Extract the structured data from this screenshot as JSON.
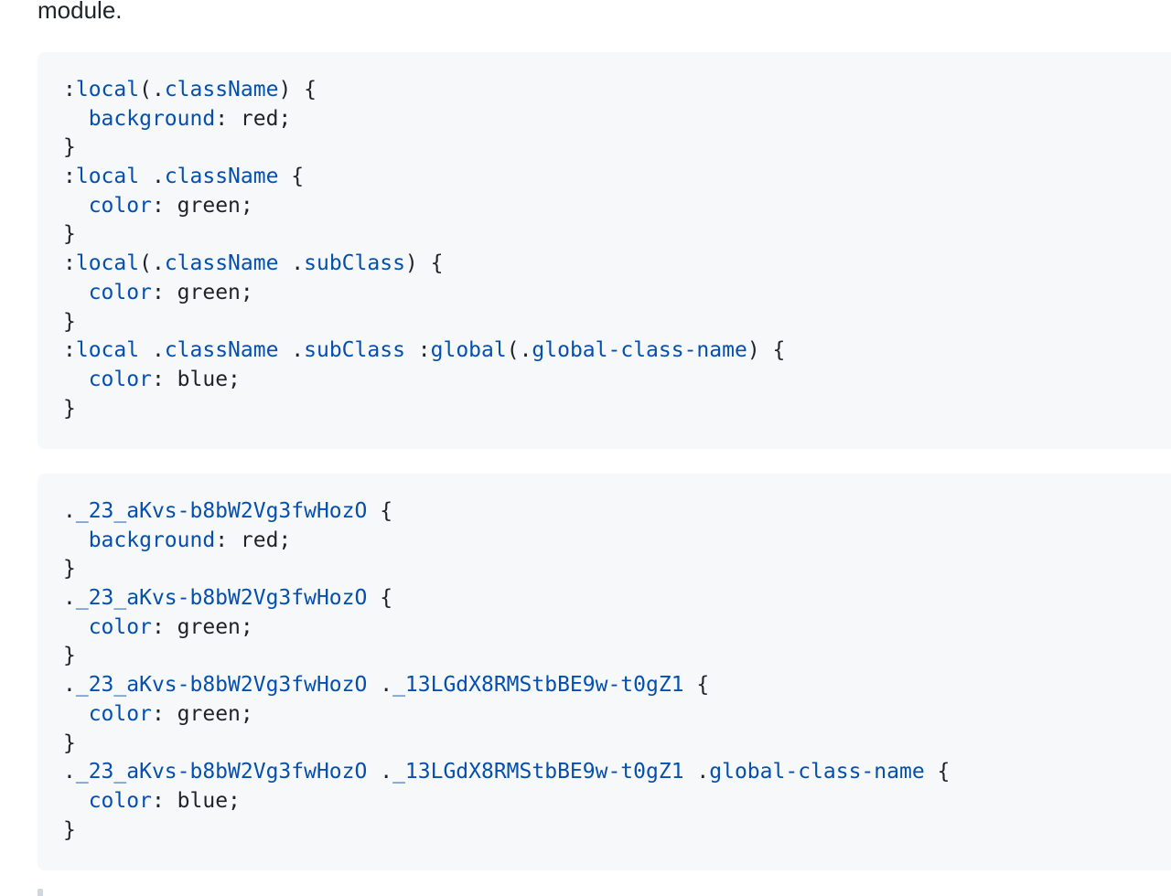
{
  "intro": {
    "text_tail": "module."
  },
  "blocks": [
    {
      "label": "source-css",
      "lines": [
        [
          {
            "t": ":",
            "k": "punct"
          },
          {
            "t": "local",
            "k": "sel"
          },
          {
            "t": "(.",
            "k": "punct"
          },
          {
            "t": "className",
            "k": "sel"
          },
          {
            "t": ") {",
            "k": "punct"
          }
        ],
        [
          {
            "t": "  ",
            "k": "punct"
          },
          {
            "t": "background",
            "k": "prop"
          },
          {
            "t": ": red;",
            "k": "val"
          }
        ],
        [
          {
            "t": "}",
            "k": "punct"
          }
        ],
        [
          {
            "t": ":",
            "k": "punct"
          },
          {
            "t": "local",
            "k": "sel"
          },
          {
            "t": " .",
            "k": "punct"
          },
          {
            "t": "className",
            "k": "sel"
          },
          {
            "t": " {",
            "k": "punct"
          }
        ],
        [
          {
            "t": "  ",
            "k": "punct"
          },
          {
            "t": "color",
            "k": "prop"
          },
          {
            "t": ": green;",
            "k": "val"
          }
        ],
        [
          {
            "t": "}",
            "k": "punct"
          }
        ],
        [
          {
            "t": ":",
            "k": "punct"
          },
          {
            "t": "local",
            "k": "sel"
          },
          {
            "t": "(.",
            "k": "punct"
          },
          {
            "t": "className",
            "k": "sel"
          },
          {
            "t": " .",
            "k": "punct"
          },
          {
            "t": "subClass",
            "k": "sel"
          },
          {
            "t": ") {",
            "k": "punct"
          }
        ],
        [
          {
            "t": "  ",
            "k": "punct"
          },
          {
            "t": "color",
            "k": "prop"
          },
          {
            "t": ": green;",
            "k": "val"
          }
        ],
        [
          {
            "t": "}",
            "k": "punct"
          }
        ],
        [
          {
            "t": ":",
            "k": "punct"
          },
          {
            "t": "local",
            "k": "sel"
          },
          {
            "t": " .",
            "k": "punct"
          },
          {
            "t": "className",
            "k": "sel"
          },
          {
            "t": " .",
            "k": "punct"
          },
          {
            "t": "subClass",
            "k": "sel"
          },
          {
            "t": " :",
            "k": "punct"
          },
          {
            "t": "global",
            "k": "sel"
          },
          {
            "t": "(.",
            "k": "punct"
          },
          {
            "t": "global-class-name",
            "k": "sel"
          },
          {
            "t": ") {",
            "k": "punct"
          }
        ],
        [
          {
            "t": "  ",
            "k": "punct"
          },
          {
            "t": "color",
            "k": "prop"
          },
          {
            "t": ": blue;",
            "k": "val"
          }
        ],
        [
          {
            "t": "}",
            "k": "punct"
          }
        ]
      ]
    },
    {
      "label": "compiled-css",
      "lines": [
        [
          {
            "t": ".",
            "k": "punct"
          },
          {
            "t": "_23_aKvs-b8bW2Vg3fwHozO",
            "k": "sel"
          },
          {
            "t": " {",
            "k": "punct"
          }
        ],
        [
          {
            "t": "  ",
            "k": "punct"
          },
          {
            "t": "background",
            "k": "prop"
          },
          {
            "t": ": red;",
            "k": "val"
          }
        ],
        [
          {
            "t": "}",
            "k": "punct"
          }
        ],
        [
          {
            "t": ".",
            "k": "punct"
          },
          {
            "t": "_23_aKvs-b8bW2Vg3fwHozO",
            "k": "sel"
          },
          {
            "t": " {",
            "k": "punct"
          }
        ],
        [
          {
            "t": "  ",
            "k": "punct"
          },
          {
            "t": "color",
            "k": "prop"
          },
          {
            "t": ": green;",
            "k": "val"
          }
        ],
        [
          {
            "t": "}",
            "k": "punct"
          }
        ],
        [
          {
            "t": ".",
            "k": "punct"
          },
          {
            "t": "_23_aKvs-b8bW2Vg3fwHozO",
            "k": "sel"
          },
          {
            "t": " .",
            "k": "punct"
          },
          {
            "t": "_13LGdX8RMStbBE9w-t0gZ1",
            "k": "sel"
          },
          {
            "t": " {",
            "k": "punct"
          }
        ],
        [
          {
            "t": "  ",
            "k": "punct"
          },
          {
            "t": "color",
            "k": "prop"
          },
          {
            "t": ": green;",
            "k": "val"
          }
        ],
        [
          {
            "t": "}",
            "k": "punct"
          }
        ],
        [
          {
            "t": ".",
            "k": "punct"
          },
          {
            "t": "_23_aKvs-b8bW2Vg3fwHozO",
            "k": "sel"
          },
          {
            "t": " .",
            "k": "punct"
          },
          {
            "t": "_13LGdX8RMStbBE9w-t0gZ1",
            "k": "sel"
          },
          {
            "t": " .",
            "k": "punct"
          },
          {
            "t": "global-class-name",
            "k": "sel"
          },
          {
            "t": " {",
            "k": "punct"
          }
        ],
        [
          {
            "t": "  ",
            "k": "punct"
          },
          {
            "t": "color",
            "k": "prop"
          },
          {
            "t": ": blue;",
            "k": "val"
          }
        ],
        [
          {
            "t": "}",
            "k": "punct"
          }
        ]
      ]
    }
  ],
  "colors": {
    "code_background": "#f6f8fa",
    "syntax_entity": "#0550ae",
    "text": "#1f2328"
  }
}
